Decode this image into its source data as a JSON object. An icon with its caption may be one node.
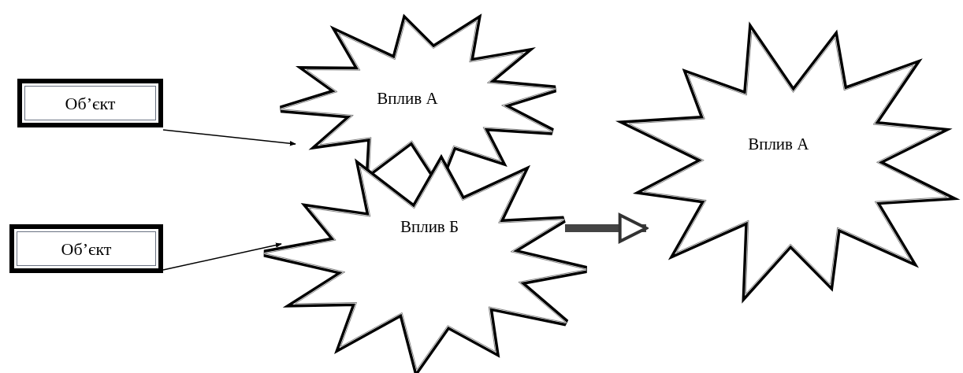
{
  "diagram": {
    "nodes": [
      {
        "text": [
          "Об’єкт"
        ]
      },
      {
        "text": [
          "Об’єкт"
        ]
      },
      {
        "text": [
          "Вплив А"
        ]
      },
      {
        "text": [
          "Вплив Б"
        ]
      },
      {
        "text": [
          "Вплив А"
        ]
      }
    ],
    "edges": [
      {
        "from": 0,
        "to": 2,
        "arrow": "to"
      },
      {
        "from": 1,
        "to": 3,
        "arrow": "to"
      },
      {
        "from": 3,
        "to": 4,
        "arrow": "to",
        "style": "thick"
      }
    ]
  }
}
